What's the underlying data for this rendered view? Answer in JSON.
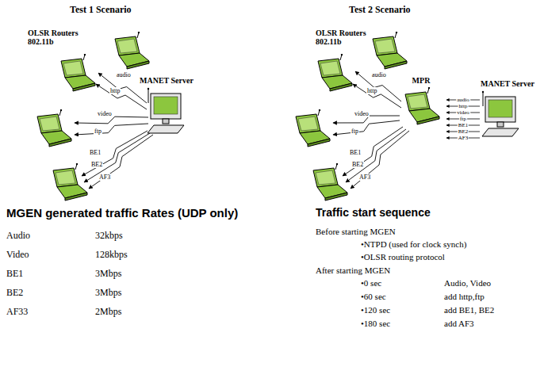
{
  "diagram": {
    "nodes": [
      {
        "text": [
          "MANET Server"
        ]
      },
      {
        "text": [
          "MPR"
        ]
      },
      {
        "text": [
          "MANET Server"
        ]
      }
    ],
    "edges": [
      {
        "from": 2,
        "to": 1,
        "arrow": "to",
        "label": "audio"
      },
      {
        "from": 2,
        "to": 1,
        "arrow": "to",
        "label": "http"
      },
      {
        "from": 2,
        "to": 1,
        "arrow": "to",
        "label": "video"
      },
      {
        "from": 2,
        "to": 1,
        "arrow": "to",
        "label": "ftp"
      },
      {
        "from": 2,
        "to": 1,
        "arrow": "to",
        "label": "BE1"
      },
      {
        "from": 2,
        "to": 1,
        "arrow": "to",
        "label": "BE2"
      },
      {
        "from": 2,
        "to": 1,
        "arrow": "to",
        "label": "AF3"
      }
    ],
    "labels": [
      "Test 1 Scenario",
      "Test 2 Scenario",
      "OLSR Routers 802.11b",
      "OLSR Routers 802.11b",
      "audio",
      "http",
      "video",
      "ftp",
      "BE1",
      "BE2",
      "AF3",
      "audio",
      "http",
      "video",
      "ftp",
      "BE1",
      "BE2",
      "AF3",
      "MGEN generated traffic Rates (UDP only)",
      "Audio",
      "32kbps",
      "Video",
      "128kbps",
      "BE1",
      "3Mbps",
      "BE2",
      "3Mbps",
      "AF33",
      "2Mbps",
      "Traffic start sequence",
      "Before starting MGEN",
      "•NTPD (used for clock synch)",
      "•OLSR routing protocol",
      "After starting MGEN",
      "•0 sec",
      "Audio, Video",
      "•60 sec",
      "add http,ftp",
      "•120 sec",
      "add BE1, BE2",
      "•180 sec",
      "add AF3"
    ]
  }
}
